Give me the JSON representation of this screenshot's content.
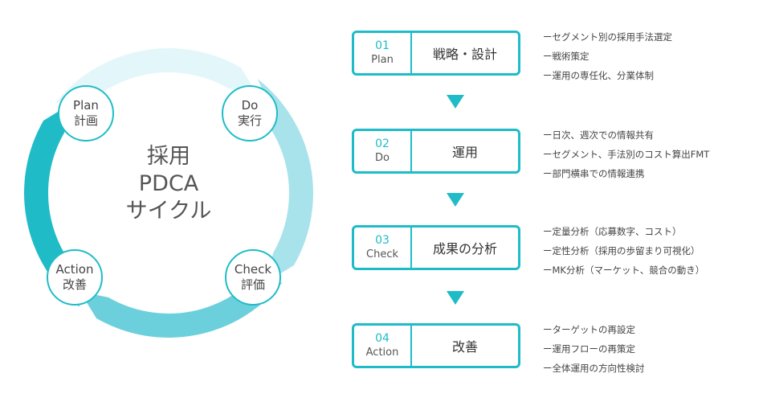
{
  "center_title": [
    "採用",
    "PDCA",
    "サイクル"
  ],
  "cycle_nodes": [
    {
      "line1": "Plan",
      "line2": "計画"
    },
    {
      "line1": "Do",
      "line2": "実行"
    },
    {
      "line1": "Check",
      "line2": "評価"
    },
    {
      "line1": "Action",
      "line2": "改善"
    }
  ],
  "colors": {
    "accent": "#1fbcc8",
    "light": "#e3f6f9",
    "mid": "#a8e3eb",
    "mid2": "#6cd0dc"
  },
  "steps": [
    {
      "number": "01",
      "name": "Plan",
      "title": "戦略・設計",
      "bullets": [
        "ーセグメント別の採用手法選定",
        "ー戦術策定",
        "ー運用の専任化、分業体制"
      ]
    },
    {
      "number": "02",
      "name": "Do",
      "title": "運用",
      "bullets": [
        "ー日次、週次での情報共有",
        "ーセグメント、手法別のコスト算出FMT",
        "ー部門横串での情報連携"
      ]
    },
    {
      "number": "03",
      "name": "Check",
      "title": "成果の分析",
      "bullets": [
        "ー定量分析（応募数字、コスト）",
        "ー定性分析（採用の歩留まり可視化）",
        "ーMK分析（マーケット、競合の動き）"
      ]
    },
    {
      "number": "04",
      "name": "Action",
      "title": "改善",
      "bullets": [
        "ーターゲットの再設定",
        "ー運用フローの再策定",
        "ー全体運用の方向性検討"
      ]
    }
  ]
}
